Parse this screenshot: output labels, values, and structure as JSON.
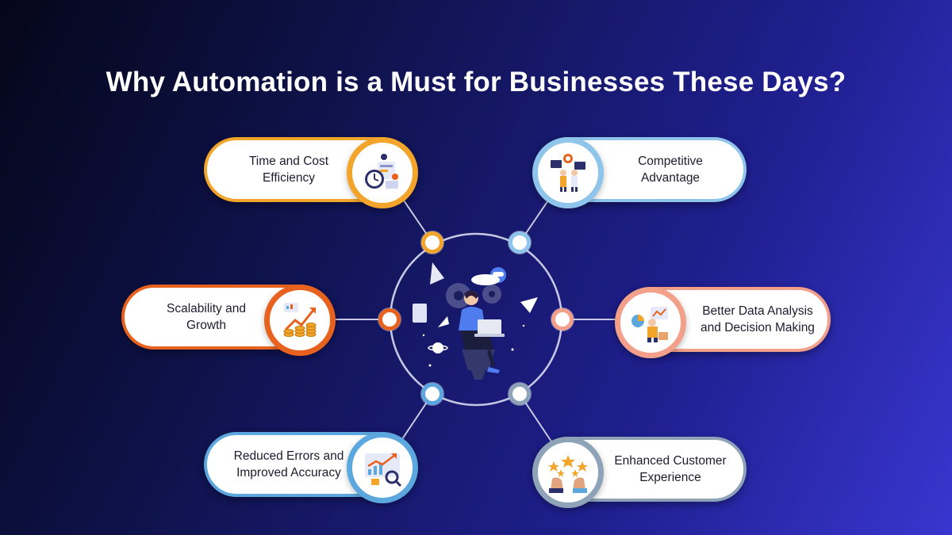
{
  "title": "Why Automation is a Must for Businesses These Days?",
  "items": [
    {
      "label": "Time and Cost\nEfficiency",
      "color": "#f2a52a",
      "icon": "clock-dashboard-icon"
    },
    {
      "label": "Competitive\nAdvantage",
      "color": "#8fc5ea",
      "icon": "business-team-target-icon"
    },
    {
      "label": "Scalability and\nGrowth",
      "color": "#e8621f",
      "icon": "growth-coins-icon"
    },
    {
      "label": "Better Data Analysis\nand Decision Making",
      "color": "#f2a08a",
      "icon": "data-analyst-icon"
    },
    {
      "label": "Reduced Errors and\nImproved Accuracy",
      "color": "#5ba7de",
      "icon": "accuracy-chart-icon"
    },
    {
      "label": "Enhanced Customer\nExperience",
      "color": "#8ea2b8",
      "icon": "five-star-rating-icon"
    }
  ],
  "center_icon": "person-with-laptop-automation-icon"
}
